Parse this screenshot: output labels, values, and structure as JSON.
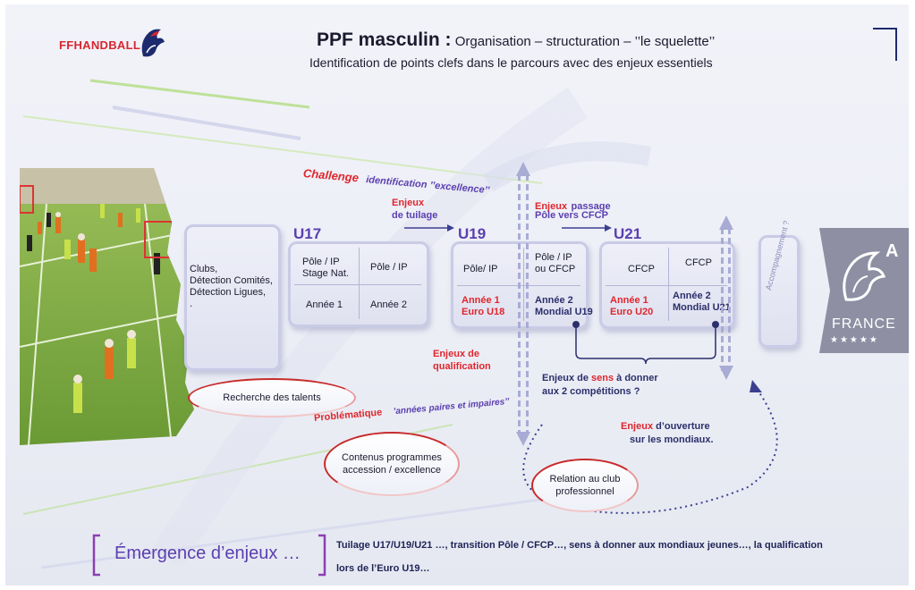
{
  "logo": {
    "text": "FFHANDBALL"
  },
  "header": {
    "title_bold": "PPF masculin :",
    "title_rest": " Organisation – structuration – ’’le squelette’’",
    "subtitle": "Identification de points clefs dans le parcours avec des enjeux essentiels"
  },
  "challenge": {
    "word": "Challenge",
    "rest": "identification ’’excellence’’"
  },
  "left_box": {
    "lines": [
      "Clubs,",
      "Détection Comités,",
      "Détection Ligues,",
      "."
    ]
  },
  "u17": {
    "label": "U17",
    "col1_top": [
      "Pôle / IP",
      "Stage Nat."
    ],
    "col2_top": "Pôle / IP",
    "col1_bottom": "Année 1",
    "col2_bottom": "Année 2"
  },
  "u19": {
    "label": "U19",
    "col1_top": "Pôle/ IP",
    "col2_top": [
      "Pôle / IP",
      "ou CFCP"
    ],
    "col1_bottom": [
      "Année 1",
      "Euro U18"
    ],
    "col2_bottom": [
      "Année 2",
      "Mondial U19"
    ]
  },
  "u21": {
    "label": "U21",
    "col1_top": "CFCP",
    "col2_top": "CFCP",
    "col1_bottom": [
      "Année 1",
      "Euro U20"
    ],
    "col2_bottom": [
      "Année 2",
      "Mondial U21"
    ]
  },
  "accompagnement": "Accompagnement ?",
  "enjeux_tuilage": {
    "red": "Enjeux",
    "purple": "de tuilage"
  },
  "enjeux_passage": {
    "red": "Enjeux",
    "purple1": "passage",
    "purple2": "Pôle vers CFCP"
  },
  "enjeux_qualification": {
    "red": "Enjeux de",
    "red2": "qualification"
  },
  "enjeux_sens": {
    "pre": "Enjeux de ",
    "red": "sens",
    "post": " à donner",
    "line2": "aux 2 compétitions ?"
  },
  "enjeux_ouverture": {
    "red": "Enjeux",
    "rest": " d’ouverture",
    "line2": "sur les mondiaux."
  },
  "problematique": {
    "red": "Problématique",
    "purple": "’années paires et impaires’’"
  },
  "ovals": {
    "recherche": "Recherche des talents",
    "contenus": [
      "Contenus programmes",
      "accession / excellence"
    ],
    "relation": [
      "Relation au club",
      "professionnel"
    ]
  },
  "france_badge": {
    "letter": "A",
    "name": "FRANCE",
    "stars": "★★★★★"
  },
  "footer": {
    "label": "Émergence d’enjeux …",
    "line1": "Tuilage U17/U19/U21 …, transition Pôle / CFCP…, sens à donner aux mondiaux jeunes…, la qualification",
    "line2": "lors de l’Euro U19…"
  },
  "colors": {
    "red": "#e0262d",
    "purple": "#5b3fb0",
    "navy": "#1e2a6e",
    "badge": "#8e8fa3"
  }
}
